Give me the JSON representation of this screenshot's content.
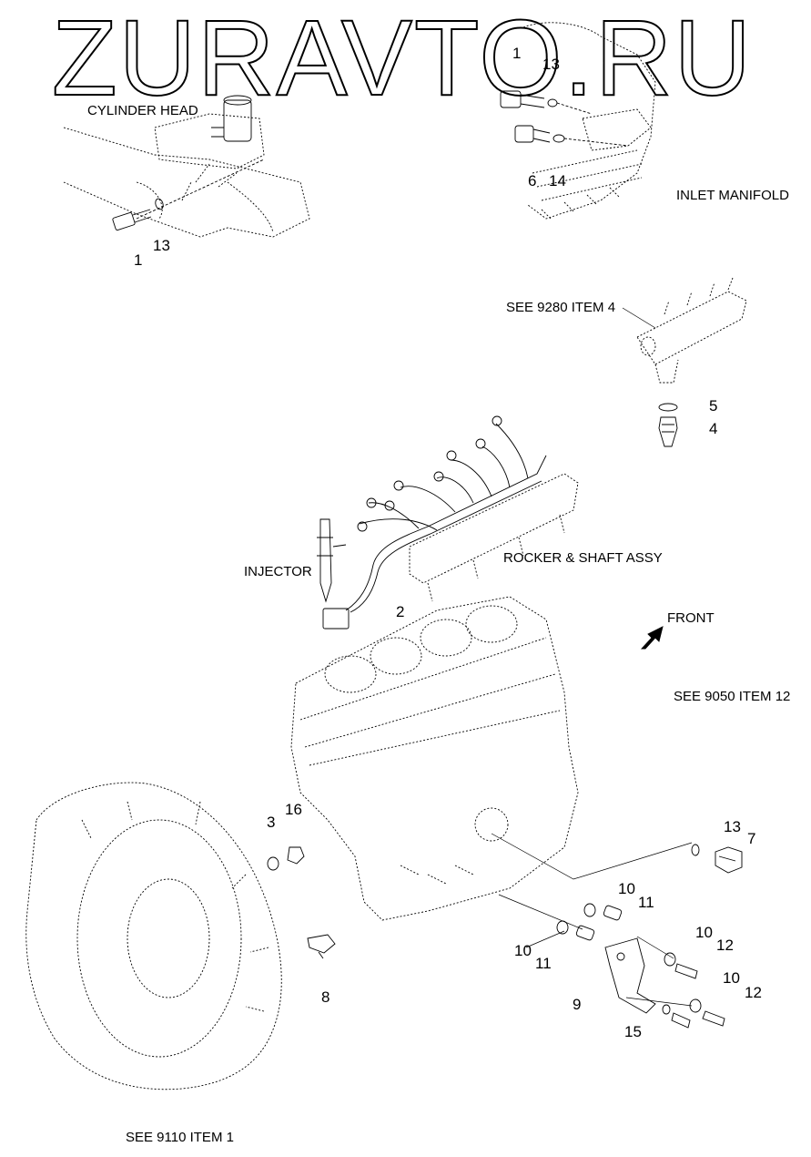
{
  "watermark": "ZURAVTO.RU",
  "captions": {
    "cylinder_head": "CYLINDER HEAD",
    "inlet_manifold": "INLET MANIFOLD",
    "see_9280": "SEE 9280 ITEM 4",
    "injector": "INJECTOR",
    "rocker_shaft": "ROCKER & SHAFT ASSY",
    "front": "FRONT",
    "see_9050": "SEE 9050 ITEM 12",
    "see_9110": "SEE 9110 ITEM 1"
  },
  "callouts": {
    "c1_top": "1",
    "c13_top": "13",
    "c6": "6",
    "c14": "14",
    "c1_left": "1",
    "c13_left": "13",
    "c5": "5",
    "c4": "4",
    "c2": "2",
    "c3": "3",
    "c16": "16",
    "c13_low": "13",
    "c7": "7",
    "c8": "8",
    "c10_a": "10",
    "c11_a": "11",
    "c10_b": "10",
    "c11_b": "11",
    "c10_c": "10",
    "c12_a": "12",
    "c10_d": "10",
    "c12_b": "12",
    "c9": "9",
    "c15": "15"
  }
}
